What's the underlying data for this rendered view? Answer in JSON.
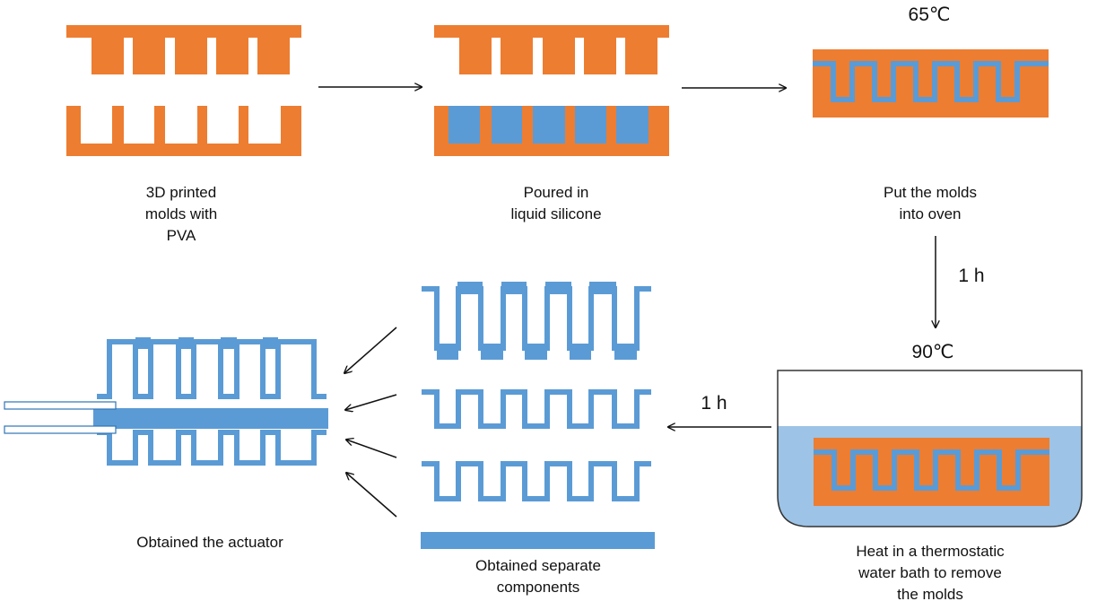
{
  "colors": {
    "mold": "#ED7D31",
    "silicone": "#5B9BD5",
    "water": "#9DC3E6",
    "bath_outline": "#333333",
    "arrow": "#111111"
  },
  "steps": {
    "step1": {
      "lines": [
        "3D printed",
        "molds with",
        "PVA"
      ]
    },
    "step2": {
      "lines": [
        "Poured in",
        "liquid silicone"
      ]
    },
    "step3": {
      "lines": [
        "Put the molds",
        "into oven"
      ],
      "temperature": "65℃"
    },
    "step4": {
      "lines": [
        "Heat in a thermostatic",
        "water bath to remove",
        "the molds"
      ],
      "temperature": "90℃"
    },
    "step5": {
      "lines": [
        "Obtained separate",
        "components"
      ]
    },
    "step6": {
      "lines": [
        "Obtained the actuator"
      ]
    }
  },
  "durations": {
    "oven": "1 h",
    "bath": "1 h"
  }
}
